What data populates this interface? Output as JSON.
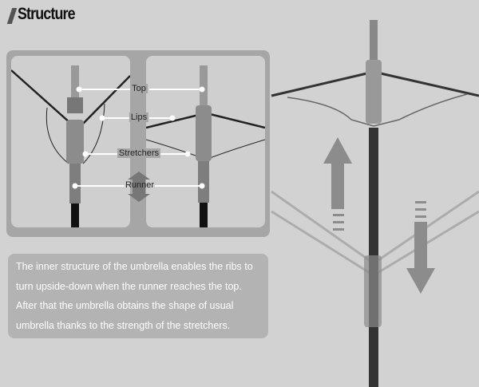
{
  "title": "Structure",
  "labels": {
    "top": "Top",
    "lips": "Lips",
    "stretchers": "Stretchers",
    "runner": "Runner"
  },
  "description": "The inner structure of the umbrella enables the ribs to turn upside-down when the runner reaches the top. After that the umbrella obtains the shape of usual umbrella thanks to the strength of the stretchers."
}
